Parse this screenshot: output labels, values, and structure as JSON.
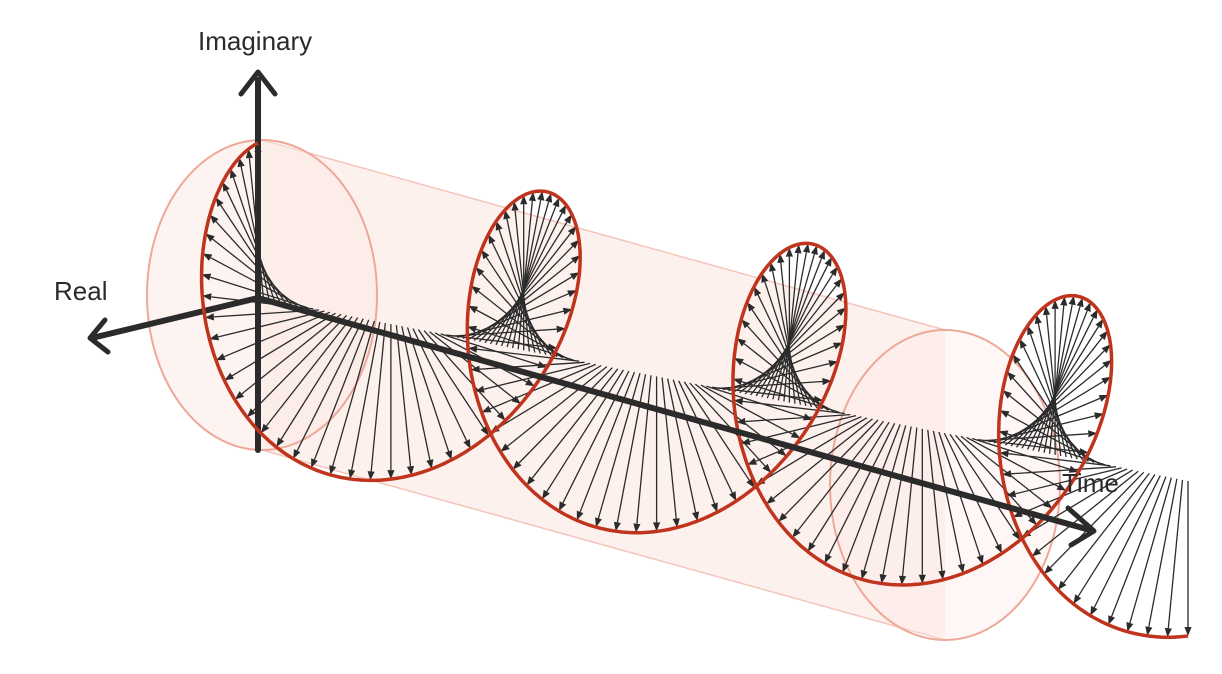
{
  "labels": {
    "imaginary": "Imaginary",
    "real": "Real",
    "time": "Time"
  },
  "colors": {
    "axis": "#2b2b2b",
    "helix": "#c0341d",
    "cylinder_fill": "#fbe6e0",
    "cylinder_edge": "#eea898",
    "arrow": "#2b2b2b"
  },
  "helix": {
    "turns": 3.5,
    "arrows_per_turn": 48,
    "phase_start": "imaginary-up"
  }
}
